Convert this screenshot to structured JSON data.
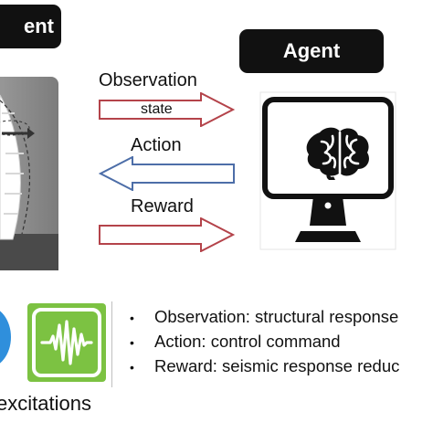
{
  "labels": {
    "environment_partial": "ent",
    "agent": "Agent"
  },
  "flows": {
    "observation": "Observation",
    "observation_sub": "state",
    "action": "Action",
    "reward": "Reward"
  },
  "bullets": [
    "Observation: structural response",
    "Action: control command",
    "Reward: seismic response reduc"
  ],
  "excitations_label": "excitations",
  "colors": {
    "arrow_red": "#b4434a",
    "arrow_blue": "#4d6ea8",
    "label_bg": "#111111",
    "wave_icon_green": "#7cc242",
    "sphere_blue": "#2f8fdc"
  },
  "icons": [
    "brain-icon",
    "monitor-icon",
    "building-icon",
    "seismic-wave-icon"
  ]
}
